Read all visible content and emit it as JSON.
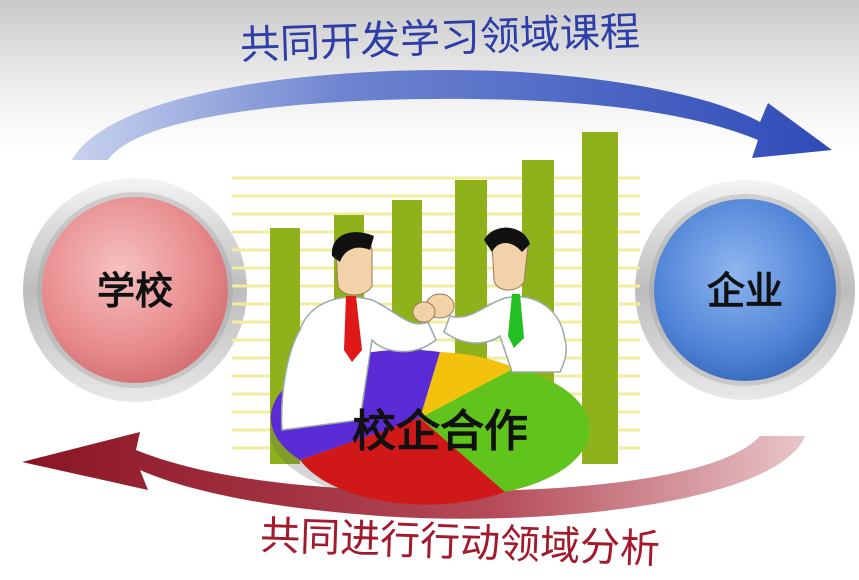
{
  "top_flow": {
    "label": "共同开发学习领域课程",
    "color": "#2d3ea8"
  },
  "bottom_flow": {
    "label": "共同进行行动领域分析",
    "color": "#a31a2c"
  },
  "school": {
    "label": "学校",
    "color": "#e78a8c"
  },
  "enterprise": {
    "label": "企业",
    "color": "#4f83d6"
  },
  "center": {
    "label": "校企合作"
  },
  "illustration": {
    "bar_color": "#8fb21c",
    "pie_colors": [
      "#5b2bd6",
      "#d01818",
      "#61c41c",
      "#f2c20c"
    ],
    "tie_colors": [
      "#e01818",
      "#22c022"
    ]
  }
}
